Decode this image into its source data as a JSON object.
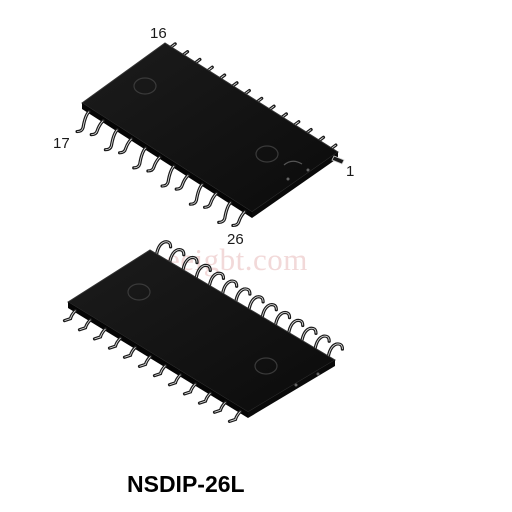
{
  "figure": {
    "caption": "NSDIP-26L",
    "watermark": "eeigbt.com",
    "top_package": {
      "pin_label_top_corner": "16",
      "pin_label_left_corner": "17",
      "pin_label_right_corner": "1"
    },
    "bottom_package": {
      "pin_label_top_corner": "26"
    },
    "colors": {
      "body": "#111111",
      "body_edge": "#2a2a2a",
      "lead": "#1a1a1a",
      "lead_highlight": "#e8e8e8",
      "watermark": "#f2d9d9"
    }
  }
}
